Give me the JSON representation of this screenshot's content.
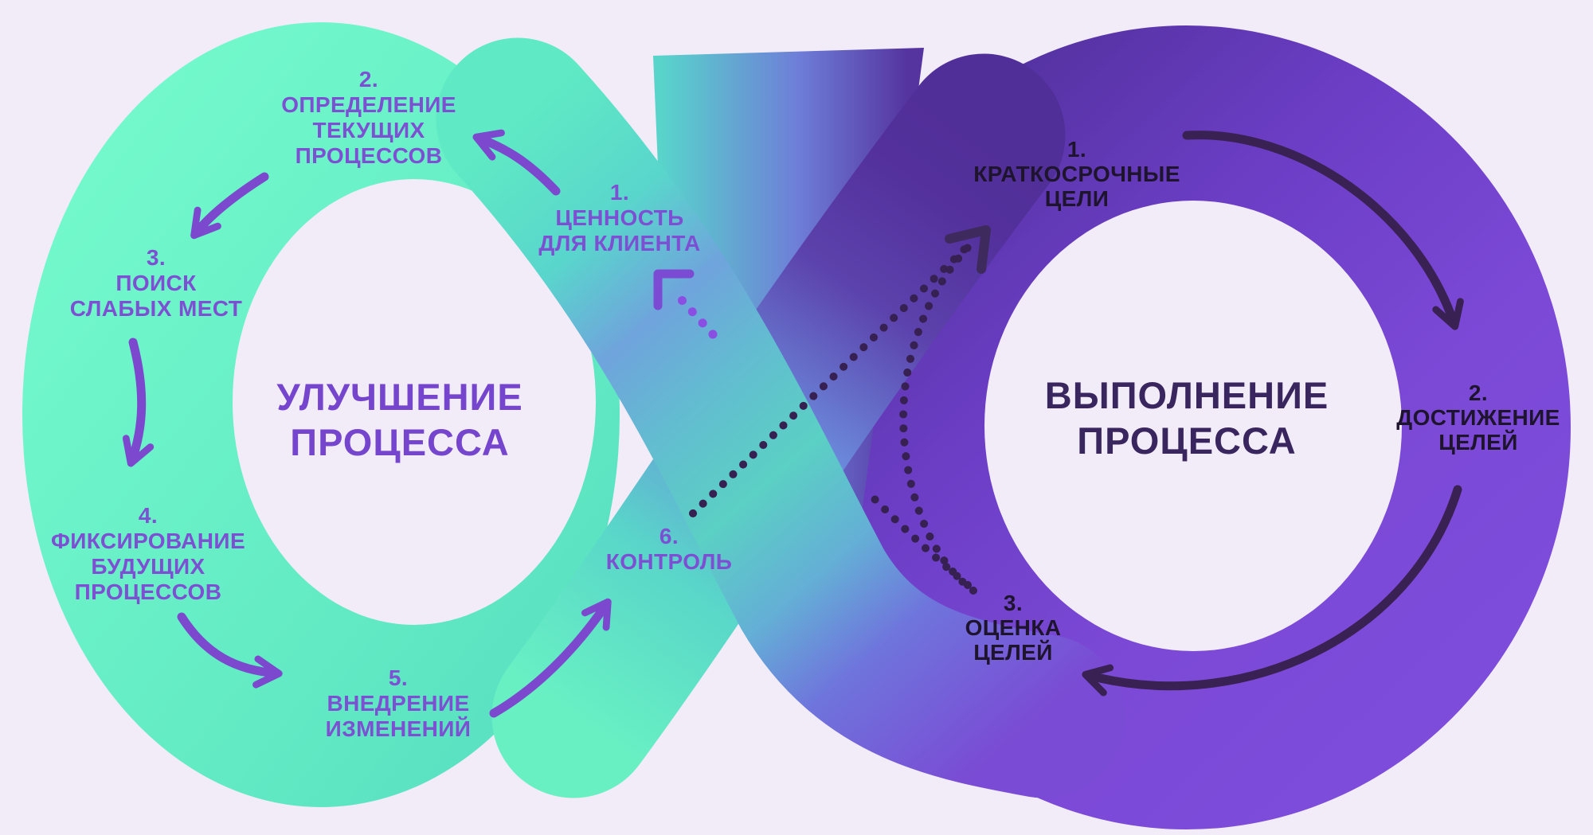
{
  "diagram": {
    "type": "infinity-loop-process",
    "background_color": "#F2ECF9",
    "left_loop": {
      "title_line1": "УЛУЧШЕНИЕ",
      "title_line2": "ПРОЦЕССА",
      "title_color": "#7545CD",
      "label_color": "#7D50D3",
      "band_color_start": "#71F8CA",
      "band_color_end": "#59E0C1",
      "steps": [
        {
          "num": "1.",
          "line1": "ЦЕННОСТЬ",
          "line2": "ДЛЯ КЛИЕНТА"
        },
        {
          "num": "2.",
          "line1": "ОПРЕДЕЛЕНИЕ",
          "line2": "ТЕКУЩИХ",
          "line3": "ПРОЦЕССОВ"
        },
        {
          "num": "3.",
          "line1": "ПОИСК",
          "line2": "СЛАБЫХ МЕСТ"
        },
        {
          "num": "4.",
          "line1": "ФИКСИРОВАНИЕ",
          "line2": "БУДУЩИХ",
          "line3": "ПРОЦЕССОВ"
        },
        {
          "num": "5.",
          "line1": "ВНЕДРЕНИЕ",
          "line2": "ИЗМЕНЕНИЙ"
        },
        {
          "num": "6.",
          "line1": "КОНТРОЛЬ"
        }
      ]
    },
    "right_loop": {
      "title_line1": "ВЫПОЛНЕНИЕ",
      "title_line2": "ПРОЦЕССА",
      "title_color": "#3A265E",
      "label_color": "#1E142E",
      "band_color_start": "#50309A",
      "band_color_end": "#7D4CDA",
      "steps": [
        {
          "num": "1.",
          "line1": "КРАТКОСРОЧНЫЕ",
          "line2": "ЦЕЛИ"
        },
        {
          "num": "2.",
          "line1": "ДОСТИЖЕНИЕ",
          "line2": "ЦЕЛЕЙ"
        },
        {
          "num": "3.",
          "line1": "ОЦЕНКА",
          "line2": "ЦЕЛЕЙ"
        }
      ]
    },
    "connectors": {
      "solid_arrow_left_color": "#7B48CE",
      "solid_arrow_right_color": "#3A2153",
      "dotted_dark_color": "#362152",
      "dotted_purple_color": "#8A4FE2",
      "dotted_links": [
        "КОНТРОЛЬ → КРАТКОСРОЧНЫЕ ЦЕЛИ",
        "ОЦЕНКА ЦЕЛЕЙ → КРАТКОСРОЧНЫЕ ЦЕЛИ",
        "ОЦЕНКА ЦЕЛЕЙ → ЦЕННОСТЬ ДЛЯ КЛИЕНТА"
      ]
    }
  }
}
